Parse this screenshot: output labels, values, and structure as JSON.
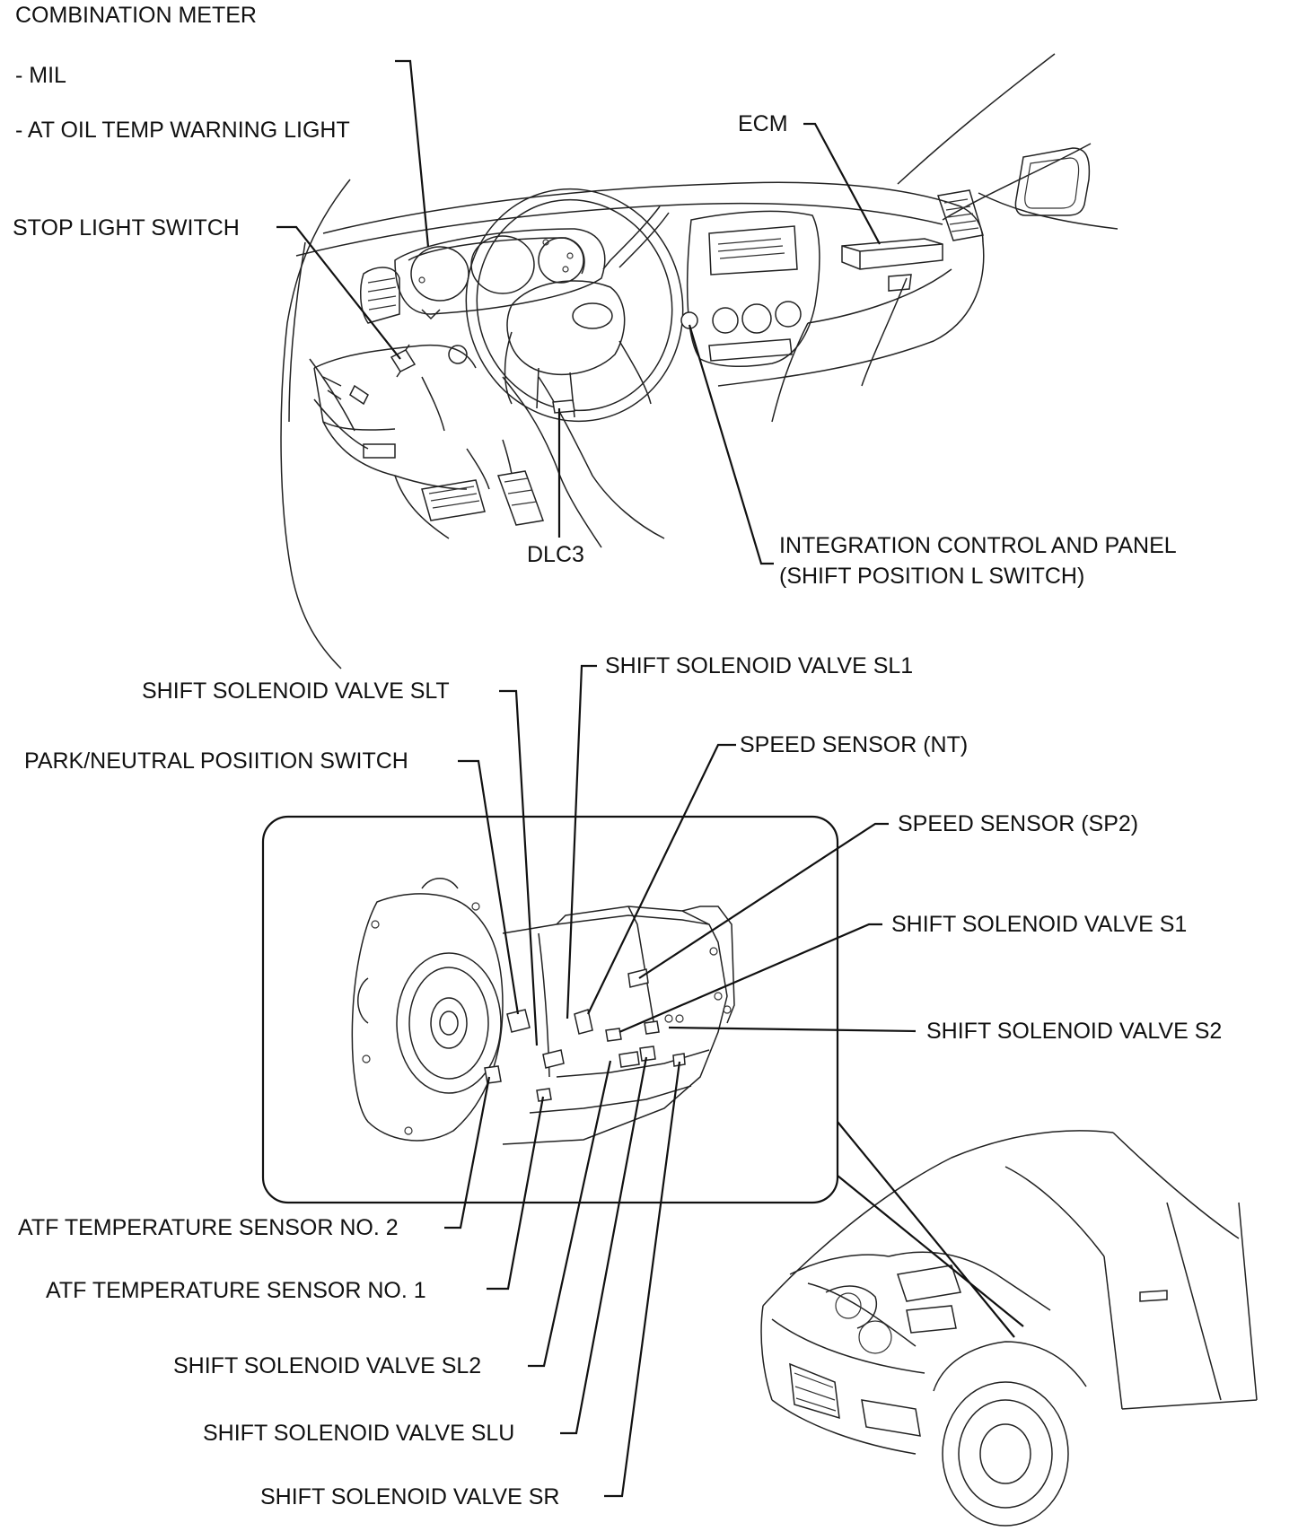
{
  "labels": {
    "combination_meter": "COMBINATION METER",
    "mil": "-  MIL",
    "at_oil_temp": "-  AT OIL TEMP WARNING LIGHT",
    "ecm": "ECM",
    "stop_light_switch": "STOP LIGHT SWITCH",
    "dlc3": "DLC3",
    "integration_panel_1": "INTEGRATION CONTROL AND PANEL",
    "integration_panel_2": "(SHIFT POSITION L SWITCH)",
    "sl1": "SHIFT SOLENOID VALVE SL1",
    "slt": "SHIFT SOLENOID VALVE SLT",
    "speed_nt": "SPEED SENSOR (NT)",
    "park_neutral": "PARK/NEUTRAL POSIITION SWITCH",
    "speed_sp2": "SPEED SENSOR (SP2)",
    "s1": "SHIFT SOLENOID VALVE S1",
    "s2": "SHIFT SOLENOID VALVE S2",
    "atf_temp_2": "ATF TEMPERATURE SENSOR NO. 2",
    "atf_temp_1": "ATF TEMPERATURE SENSOR NO. 1",
    "sl2": "SHIFT SOLENOID VALVE SL2",
    "slu": "SHIFT SOLENOID VALVE SLU",
    "sr": "SHIFT SOLENOID VALVE SR"
  }
}
